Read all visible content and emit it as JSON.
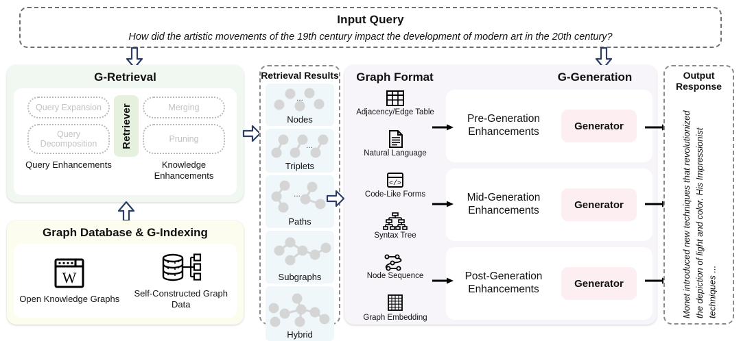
{
  "input_query": {
    "title": "Input Query",
    "text": "How did the artistic movements of the 19th century impact the development of modern art in the 20th century?"
  },
  "g_retrieval": {
    "title": "G-Retrieval",
    "retriever_label": "Retriever",
    "query_enhancements_label": "Query Enhancements",
    "knowledge_enhancements_label": "Knowledge Enhancements",
    "query_pills": [
      "Query Expansion",
      "Query Decomposition"
    ],
    "knowledge_pills": [
      "Merging",
      "Pruning"
    ]
  },
  "graph_database": {
    "title": "Graph Database & G-Indexing",
    "items": [
      {
        "icon": "wikipedia-window-icon",
        "label": "Open Knowledge Graphs"
      },
      {
        "icon": "database-tree-icon",
        "label": "Self-Constructed Graph Data"
      }
    ]
  },
  "retrieval_results": {
    "title": "Retrieval Results",
    "items": [
      {
        "label": "Nodes",
        "icon": "nodes-graph-icon"
      },
      {
        "label": "Triplets",
        "icon": "triplets-graph-icon"
      },
      {
        "label": "Paths",
        "icon": "paths-graph-icon"
      },
      {
        "label": "Subgraphs",
        "icon": "subgraph-graph-icon"
      },
      {
        "label": "Hybrid",
        "icon": "hybrid-graph-icon"
      }
    ]
  },
  "graph_format": {
    "title": "Graph Format",
    "items": [
      {
        "label": "Adjacency/Edge Table",
        "icon": "table-grid-icon"
      },
      {
        "label": "Natural Language",
        "icon": "document-text-icon"
      },
      {
        "label": "Code-Like Forms",
        "icon": "code-window-icon"
      },
      {
        "label": "Syntax Tree",
        "icon": "tree-hierarchy-icon"
      },
      {
        "label": "Node Sequence",
        "icon": "node-sequence-icon"
      },
      {
        "label": "Graph Embedding",
        "icon": "matrix-grid-icon"
      }
    ]
  },
  "g_generation": {
    "title": "G-Generation",
    "rows": [
      {
        "label": "Pre-Generation Enhancements",
        "generator_label": "Generator"
      },
      {
        "label": "Mid-Generation Enhancements",
        "generator_label": "Generator"
      },
      {
        "label": "Post-Generation Enhancements",
        "generator_label": "Generator"
      }
    ]
  },
  "output_response": {
    "title": "Output Response",
    "text": "Monet introduced new techniques that revolutionized the depiction of light and color. His Impressionist techniques ..."
  },
  "colors": {
    "retrieval_panel_bg": "#f1f8f1",
    "graphdb_panel_bg": "#fdfdef",
    "format_panel_bg": "#f7f5fa",
    "result_card_bg": "#eff7fb",
    "generator_chip_bg": "#fdeef1",
    "retriever_chip_bg": "#e6f0df",
    "arrow_blue": "#2c3e66",
    "arrow_black": "#000000",
    "node_gray": "#d5d5d5"
  },
  "ellipsis": "..."
}
